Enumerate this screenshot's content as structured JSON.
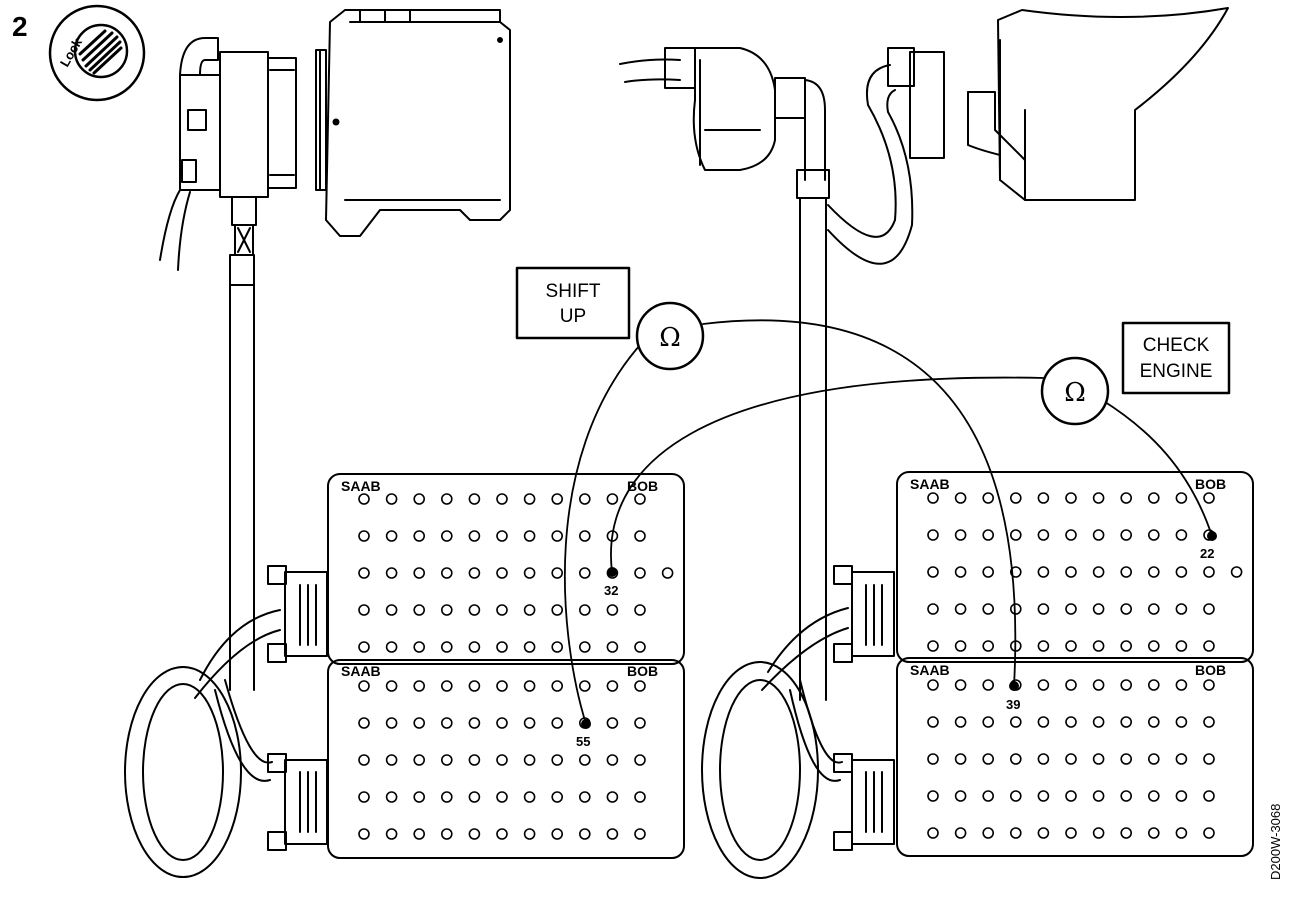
{
  "figure": {
    "figure_number": "2",
    "lock_label": "Lock",
    "reference_code": "D200W-3068"
  },
  "indicators": {
    "shift_up": {
      "line1": "SHIFT",
      "line2": "UP"
    },
    "check_engine": {
      "line1": "CHECK",
      "line2": "ENGINE"
    }
  },
  "meters": {
    "left_symbol": "Ω",
    "right_symbol": "Ω"
  },
  "breakout_boxes": {
    "left_upper": {
      "brand": "SAAB",
      "model": "BOB",
      "pin_label": "32"
    },
    "left_lower": {
      "brand": "SAAB",
      "model": "BOB",
      "pin_label": "55"
    },
    "right_upper": {
      "brand": "SAAB",
      "model": "BOB",
      "pin_label": "22"
    },
    "right_lower": {
      "brand": "SAAB",
      "model": "BOB",
      "pin_label": "39"
    }
  }
}
